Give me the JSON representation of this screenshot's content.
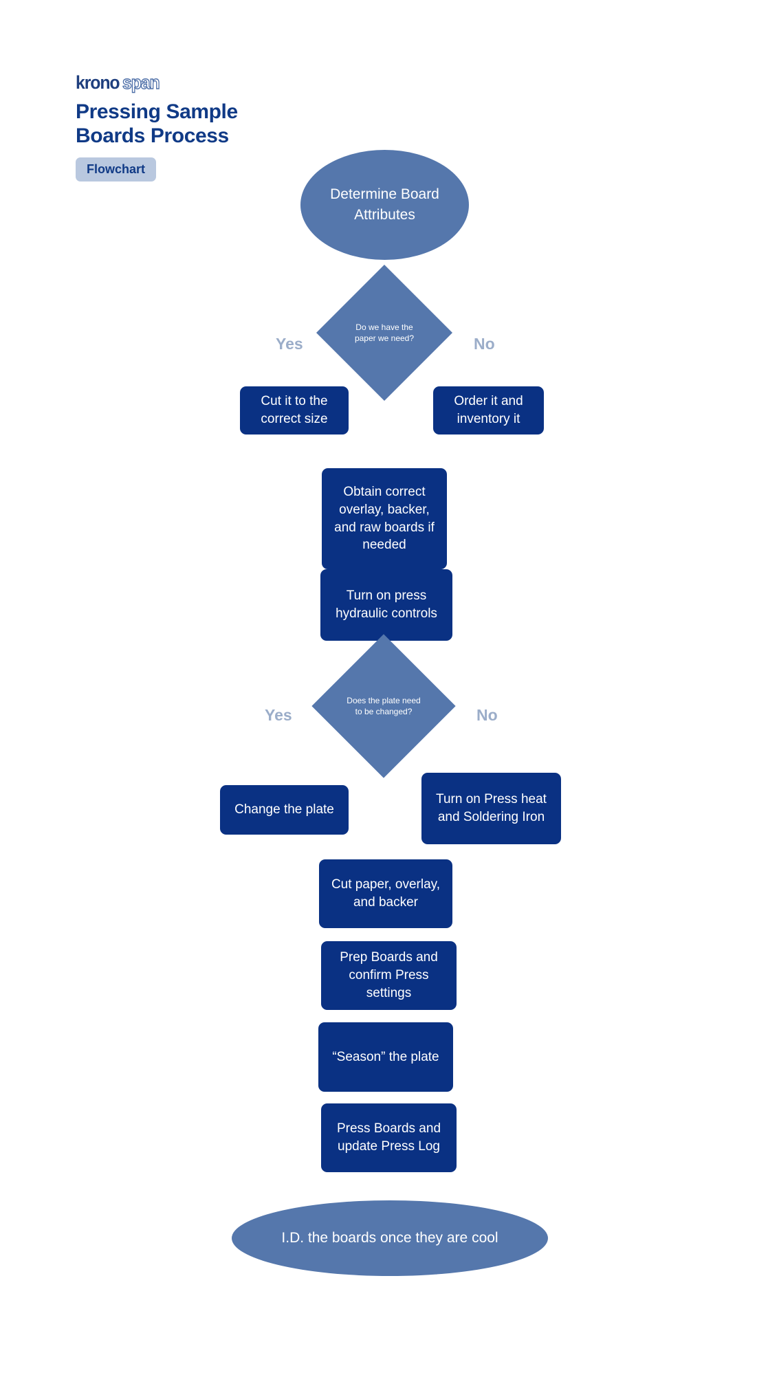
{
  "brand": {
    "logo_primary": "krono",
    "logo_secondary": "span"
  },
  "header": {
    "title": "Pressing Sample Boards Process",
    "badge": "Flowchart"
  },
  "flowchart": {
    "type": "flowchart",
    "nodes": [
      {
        "id": "start",
        "shape": "ellipse",
        "label": "Determine Board Attributes",
        "fill": "#5577AC",
        "text_color": "#FFFFFF"
      },
      {
        "id": "decision-1",
        "shape": "diamond",
        "label": "Do we have the paper we need?",
        "fill": "#5577AC",
        "text_color": "#FFFFFF"
      },
      {
        "id": "decision-1-yes",
        "shape": "label",
        "label": "Yes",
        "text_color": "#9BADC9"
      },
      {
        "id": "decision-1-no",
        "shape": "label",
        "label": "No",
        "text_color": "#9BADC9"
      },
      {
        "id": "cut-to-size",
        "shape": "box",
        "label": "Cut it to the correct size",
        "fill": "#0A3183",
        "text_color": "#FFFFFF"
      },
      {
        "id": "order-inventory",
        "shape": "box",
        "label": "Order it and inventory it",
        "fill": "#0A3183",
        "text_color": "#FFFFFF"
      },
      {
        "id": "obtain-materials",
        "shape": "box",
        "label": "Obtain correct overlay, backer, and raw boards if needed",
        "fill": "#0A3183",
        "text_color": "#FFFFFF"
      },
      {
        "id": "hydraulic-controls",
        "shape": "box",
        "label": "Turn on press hydraulic controls",
        "fill": "#0A3183",
        "text_color": "#FFFFFF"
      },
      {
        "id": "decision-2",
        "shape": "diamond",
        "label": "Does the plate need to be changed?",
        "fill": "#5577AC",
        "text_color": "#FFFFFF"
      },
      {
        "id": "decision-2-yes",
        "shape": "label",
        "label": "Yes",
        "text_color": "#9BADC9"
      },
      {
        "id": "decision-2-no",
        "shape": "label",
        "label": "No",
        "text_color": "#9BADC9"
      },
      {
        "id": "change-plate",
        "shape": "box",
        "label": "Change the plate",
        "fill": "#0A3183",
        "text_color": "#FFFFFF"
      },
      {
        "id": "press-heat",
        "shape": "box",
        "label": "Turn on Press heat and Soldering Iron",
        "fill": "#0A3183",
        "text_color": "#FFFFFF"
      },
      {
        "id": "cut-paper",
        "shape": "box",
        "label": "Cut paper, overlay, and backer",
        "fill": "#0A3183",
        "text_color": "#FFFFFF"
      },
      {
        "id": "prep-boards",
        "shape": "box",
        "label": "Prep Boards and confirm Press settings",
        "fill": "#0A3183",
        "text_color": "#FFFFFF"
      },
      {
        "id": "season-plate",
        "shape": "box",
        "label": "“Season” the plate",
        "fill": "#0A3183",
        "text_color": "#FFFFFF"
      },
      {
        "id": "press-boards",
        "shape": "box",
        "label": "Press Boards and update Press Log",
        "fill": "#0A3183",
        "text_color": "#FFFFFF"
      },
      {
        "id": "end",
        "shape": "ellipse",
        "label": "I.D. the boards once they are cool",
        "fill": "#5577AC",
        "text_color": "#FFFFFF"
      }
    ]
  }
}
